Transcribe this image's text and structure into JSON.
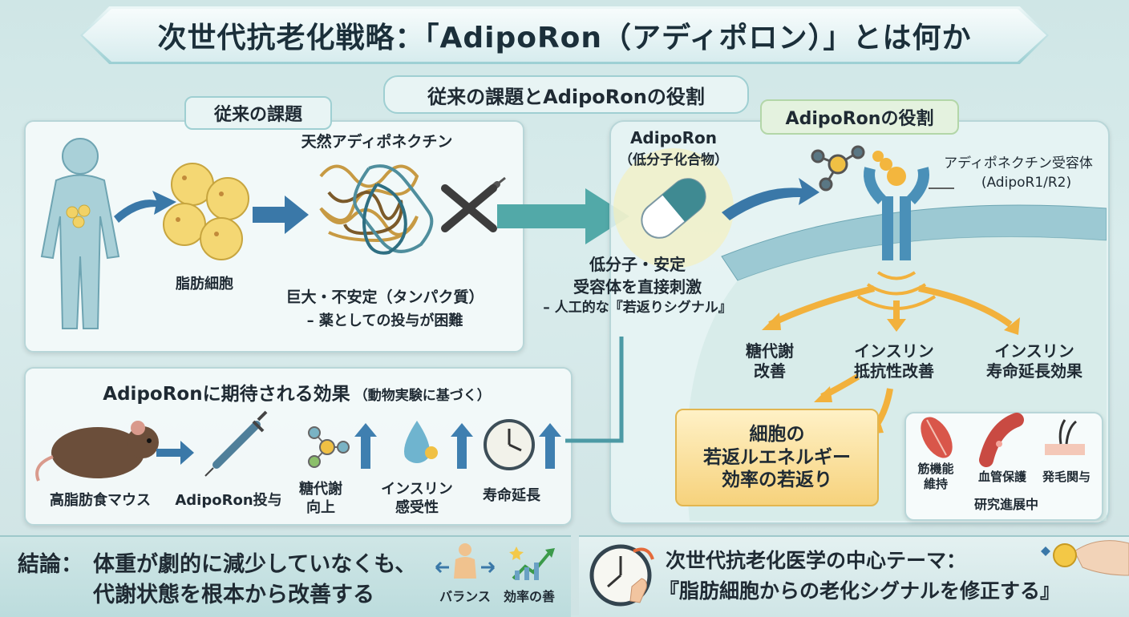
{
  "title": "次世代抗老化戦略：「AdipoRon（アディポロン）」とは何か",
  "subtitle": "従来の課題とAdipoRonの役割",
  "traditional": {
    "heading": "従来の課題",
    "fat_cells": "脂肪細胞",
    "adiponectin": "天然アディポネクチン",
    "problem": "巨大・不安定（タンパク質）",
    "problem_note": "– 薬としての投与が困難"
  },
  "adiporon": {
    "name": "AdipoRon",
    "type": "（低分子化合物）",
    "feature1": "低分子・安定",
    "feature2": "受容体を直接刺激",
    "feature3": "– 人工的な『若返りシグナル』"
  },
  "role": {
    "heading": "AdipoRonの役割",
    "receptor": "アディポネクチン受容体",
    "receptor_sub": "(AdipoR1/R2)",
    "effect1": [
      "糖代謝",
      "改善"
    ],
    "effect2": [
      "インスリン",
      "抵抗性改善"
    ],
    "effect3": [
      "インスリン",
      "寿命延長効果"
    ],
    "cell_box": [
      "細胞の",
      "若返ルエネルギー",
      "効率の若返り"
    ],
    "research_items": [
      "筋機能\n維持",
      "血管保護",
      "発毛関与"
    ],
    "research_note": "研究進展中"
  },
  "expected": {
    "heading": "AdipoRonに期待される効果",
    "heading_note": "（動物実験に基づく）",
    "mouse": "高脂肪食マウス",
    "dose": "AdipoRon投与",
    "e1": [
      "糖代謝",
      "向上"
    ],
    "e2": [
      "インスリン",
      "感受性"
    ],
    "e3": "寿命延長"
  },
  "conclusion": {
    "label": "結論：",
    "line1": "体重が劇的に減少していなくも、",
    "line2": "代謝状態を根本から改善する",
    "icon1": "バランス",
    "icon2": "効率の善"
  },
  "theme": {
    "line1": "次世代抗老化医学の中心テーマ：",
    "line2": "『脂肪細胞からの老化シグナルを修正する』"
  }
}
